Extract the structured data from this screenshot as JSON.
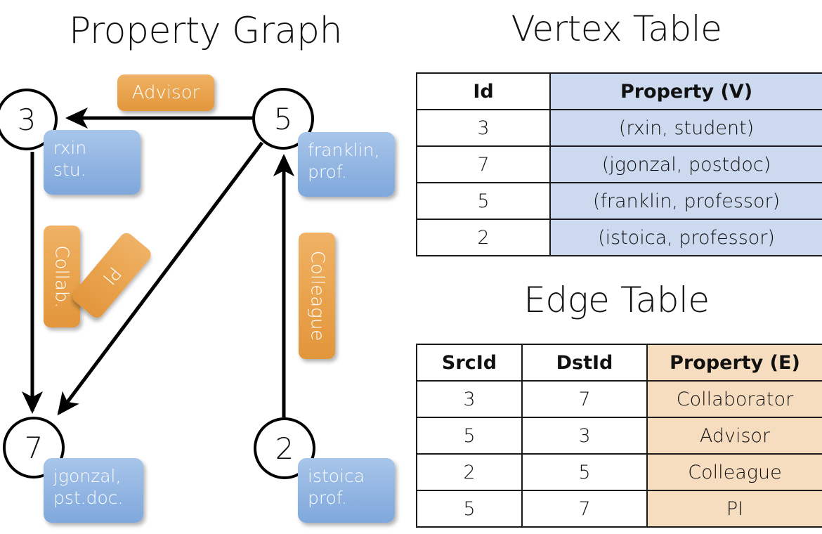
{
  "titles": {
    "property_graph": "Property Graph",
    "vertex_table": "Vertex Table",
    "edge_table": "Edge Table"
  },
  "graph": {
    "nodes": [
      {
        "id": "3",
        "property": "rxin\nstu."
      },
      {
        "id": "5",
        "property": "franklin,\nprof."
      },
      {
        "id": "7",
        "property": "jgonzal,\npst.doc."
      },
      {
        "id": "2",
        "property": "istoica\nprof."
      }
    ],
    "node_labels": {
      "n3": "3",
      "n5": "5",
      "n7": "7",
      "n2": "2"
    },
    "property_boxes": {
      "rxin_line1": "rxin",
      "rxin_line2": "stu.",
      "franklin_line1": "franklin,",
      "franklin_line2": "prof.",
      "jgonzal_line1": "jgonzal,",
      "jgonzal_line2": "pst.doc.",
      "istoica_line1": "istoica",
      "istoica_line2": "prof."
    },
    "edge_labels": {
      "advisor": "Advisor",
      "collab": "Collab.",
      "pi": "PI",
      "colleague": "Colleague"
    },
    "edges": [
      {
        "src": "5",
        "dst": "3",
        "label": "Advisor"
      },
      {
        "src": "3",
        "dst": "7",
        "label": "Collab."
      },
      {
        "src": "5",
        "dst": "7",
        "label": "PI"
      },
      {
        "src": "2",
        "dst": "5",
        "label": "Colleague"
      }
    ]
  },
  "vertex_table": {
    "headers": [
      "Id",
      "Property (V)"
    ],
    "rows": [
      {
        "id": "3",
        "property": "(rxin, student)"
      },
      {
        "id": "7",
        "property": "(jgonzal, postdoc)"
      },
      {
        "id": "5",
        "property": "(franklin, professor)"
      },
      {
        "id": "2",
        "property": "(istoica, professor)"
      }
    ]
  },
  "edge_table": {
    "headers": [
      "SrcId",
      "DstId",
      "Property (E)"
    ],
    "rows": [
      {
        "src": "3",
        "dst": "7",
        "property": "Collaborator"
      },
      {
        "src": "5",
        "dst": "3",
        "property": "Advisor"
      },
      {
        "src": "2",
        "dst": "5",
        "property": "Colleague"
      },
      {
        "src": "5",
        "dst": "7",
        "property": "PI"
      }
    ]
  },
  "colors": {
    "vertex_property_fill": "#ccd9ee",
    "edge_property_fill": "#f7ddc0",
    "node_box_blue": "#8fb3e0",
    "edge_box_orange": "#e8a44e",
    "stroke": "#000000"
  }
}
